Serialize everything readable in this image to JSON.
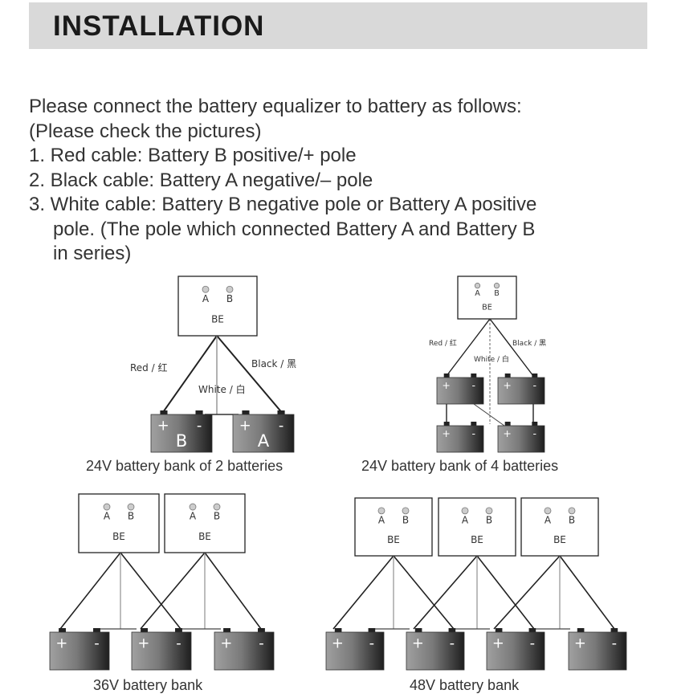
{
  "header": {
    "title": "INSTALLATION"
  },
  "instructions": {
    "intro": "Please connect the battery equalizer to battery as follows:",
    "note": "(Please check the pictures)",
    "step1": "1. Red cable: Battery B positive/+ pole",
    "step2": "2. Black cable: Battery A negative/– pole",
    "step3_line1": "3. White cable: Battery B negative pole or Battery A positive",
    "step3_line2": "pole. (The pole which connected Battery A and Battery B",
    "step3_line3": "in series)"
  },
  "device": {
    "label_a": "A",
    "label_b": "B",
    "name": "BE"
  },
  "battery": {
    "plus": "+",
    "minus": "-",
    "letter_a": "A",
    "letter_b": "B"
  },
  "cables": {
    "red": "Red / 红",
    "black": "Black / 黑",
    "white": "White / 白"
  },
  "captions": {
    "diagram1": "24V battery bank of 2 batteries",
    "diagram2": "24V battery bank of 4 batteries",
    "diagram3": "36V battery bank",
    "diagram4": "48V battery bank"
  },
  "colors": {
    "header_bg": "#d9d9d9",
    "battery_dark": "#1e1e1e",
    "battery_light": "#a0a0a0"
  }
}
